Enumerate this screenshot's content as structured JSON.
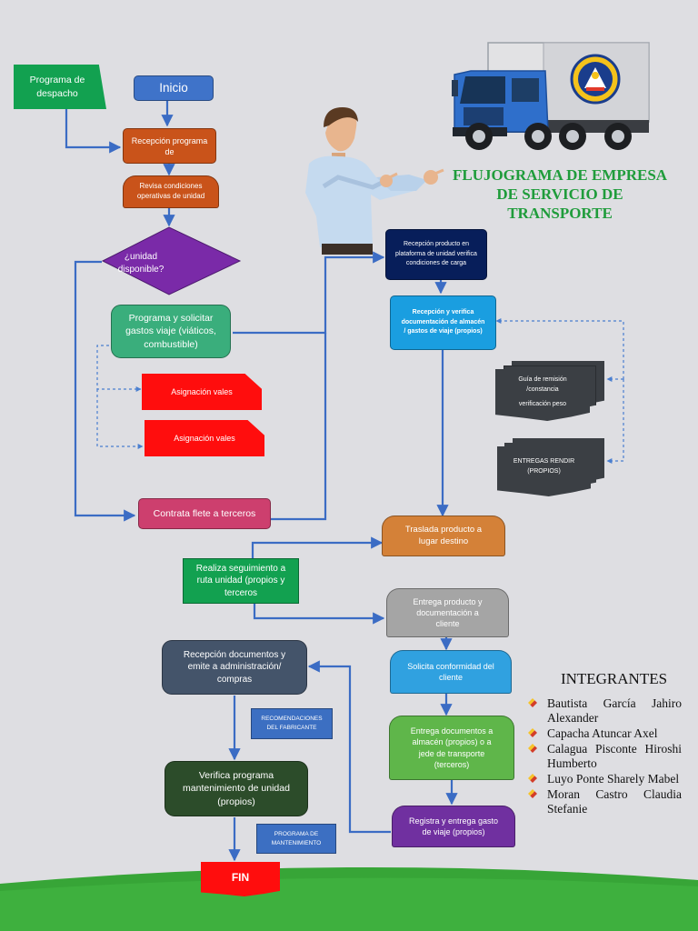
{
  "title_lines": [
    "FLUJOGRAMA DE EMPRESA",
    "DE SERVICIO DE",
    "TRANSPORTE"
  ],
  "nodes": {
    "programa_despacho": "Programa de despacho",
    "inicio": "Inicio",
    "recepcion_programa": "Recepción programa de",
    "revisa_condiciones": "Revisa condiciones operativas de unidad",
    "unidad_disponible": "¿unidad disponible?",
    "programa_solicitar": "Programa y solicitar gastos viaje (viáticos, combustible)",
    "asignacion_vales_1": "Asignación vales",
    "asignacion_vales_2": "Asignación vales",
    "contrata_flete": "Contrata flete a terceros",
    "recepcion_producto": "Recepción producto en plataforma de unidad verifica condiciones de carga",
    "recepcion_verifica": "Recepción y verifica documentación de almacén / gastos de viaje (propios)",
    "guia_remision": "Guía de remisión /constancia",
    "verificacion_peso": "verificación peso",
    "entregas_rendir": "ENTREGAS RENDIR (PROPIOS)",
    "traslada_producto": "Traslada producto a lugar destino",
    "realiza_seguimiento": "Realiza seguimiento a ruta unidad (propios y terceros",
    "entrega_producto": "Entrega producto y documentación a cliente",
    "solicita_conformidad": "Solicita conformidad del cliente",
    "entrega_documentos": "Entrega documentos a almacén (propios) o a jede de transporte (terceros)",
    "registra_entrega": "Registra y entrega gasto de viaje (propios)",
    "recepcion_documentos": "Recepción documentos y emite a administración/ compras",
    "recomendaciones": "RECOMENDACIONES DEL FABRICANTE",
    "verifica_programa": "Verifica programa mantenimiento de unidad (propios)",
    "programa_mantenimiento": "PROGRAMA DE MANTENIMIENTO",
    "fin": "FIN"
  },
  "team": {
    "heading": "INTEGRANTES",
    "members": [
      "Bautista García Jahiro Alexander",
      "Capacha Atuncar Axel",
      "Calagua Pisconte Hiroshi Humberto",
      "Luyo Ponte Sharely Mabel",
      "Moran Castro Claudia Stefanie"
    ]
  },
  "colors": {
    "background": "#dedee2",
    "connector": "#3b6cc4",
    "title": "#1f9c3b",
    "green": "#12a150",
    "blue_start": "#3f73c9",
    "orange": "#c9531a",
    "purple": "#7a2aa8",
    "teal": "#3aae7c",
    "red": "#ff0d0d",
    "magenta": "#cd3f6e",
    "navy": "#071e5a",
    "sky": "#1a9ee0",
    "dark_doc": "#3b3f44",
    "light_orange": "#d48138",
    "gray": "#a5a5a5",
    "light_blue": "#30a1e0",
    "light_green": "#5fb64a",
    "violet": "#7030a0",
    "slate": "#44546a",
    "dark_green": "#2c4c2a",
    "steel_blue": "#3c6fc2"
  }
}
